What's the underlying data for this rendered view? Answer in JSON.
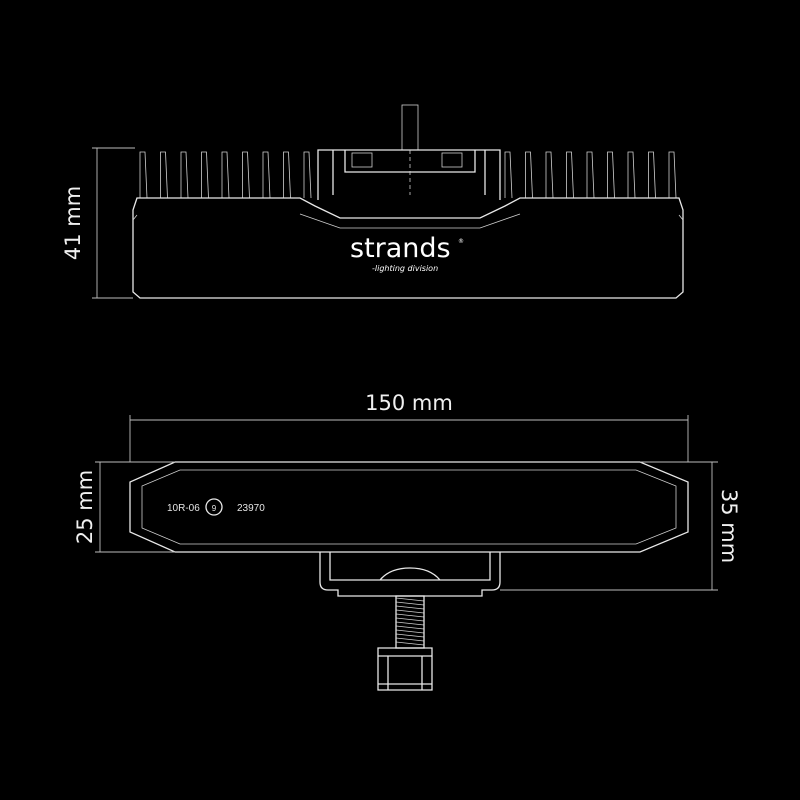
{
  "dimensions": {
    "height_top_view": "41 mm",
    "length": "150 mm",
    "lens_height": "25 mm",
    "total_height": "35 mm"
  },
  "logo": {
    "brand": "strands",
    "registered": "®",
    "tagline": "-lighting division"
  },
  "markings": {
    "approval": "10R-06",
    "circle_number": "9",
    "code": "23970"
  }
}
